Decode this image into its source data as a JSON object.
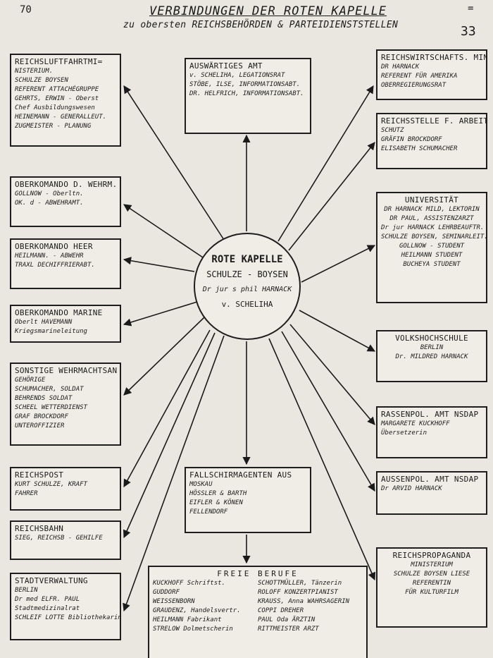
{
  "header": {
    "page_left": "70",
    "page_right_top": "=",
    "page_right": "33",
    "title": "VERBINDUNGEN DER ROTEN KAPELLE",
    "subtitle": "zu obersten REICHSBEHÖRDEN & PARTEIDIENSTSTELLEN"
  },
  "center": {
    "lines": [
      "ROTE KAPELLE",
      "SCHULZE - BOYSEN",
      "Dr jur s phil HARNACK",
      "v. SCHELIHA"
    ]
  },
  "boxes": {
    "rlm": [
      "REICHSLUFTFAHRTMI=",
      "NISTERIUM.",
      "SCHULZE BOYSEN",
      "REFERENT ATTACHÉGRUPPE",
      "GEHRTS, ERWIN - Oberst",
      "Chef Ausbildungswesen",
      "HEINEMANN - GENERALLEUT.",
      "ZUGMEISTER - PLANUNG"
    ],
    "aa": [
      "AUSWÄRTIGES AMT",
      "v. SCHELIHA, LEGATIONSRAT",
      "STÖBE, ILSE, INFORMATIONSABT.",
      "DR. HELFRICH, INFORMATIONSABT."
    ],
    "rwm": [
      "REICHSWIRTSCHAFTS. MIN.",
      "DR HARNACK",
      "REFERENT FÜR AMERIKA",
      "OBERREGIERUNGSRAT"
    ],
    "rfa": [
      "REICHSSTELLE F. ARBEITS-",
      "SCHUTZ",
      "GRÄFIN BROCKDORF",
      "ELISABETH SCHUMACHER"
    ],
    "okw": [
      "OBERKOMANDO D. WEHRM.",
      "GOLLNOW - Oberltn.",
      "OK. d - ABWEHRAMT."
    ],
    "uni": [
      "UNIVERSITÄT",
      "DR HARNACK MILD, LEKTORIN",
      "DR PAUL, ASSISTENZARZT",
      "Dr jur HARNACK LEHRBEAUFTR.",
      "SCHULZE BOYSEN, SEMINARLEIT.",
      "GOLLNOW - STUDENT",
      "HEILMANN STUDENT",
      "BUCHEYA STUDENT"
    ],
    "okh": [
      "OBERKOMANDO HEER",
      "HEILMANN. - ABWEHR",
      "TRAXL DECHIFFRIERABT."
    ],
    "okm": [
      "OBERKOMANDO MARINE",
      "Oberlt HAVEMANN",
      "Kriegsmarineleitung"
    ],
    "vhs": [
      "VOLKSHOCHSCHULE",
      "BERLIN",
      "Dr. MILDRED HARNACK"
    ],
    "swm": [
      "SONSTIGE WEHRMACHTSAN",
      "GEHÖRIGE",
      "SCHUMACHER, SOLDAT",
      "BEHRENDS SOLDAT",
      "SCHEEL WETTERDIENST",
      "GRAF BROCKDORF",
      "UNTEROFFIZIER"
    ],
    "rpa": [
      "RASSENPOL. AMT NSDAP",
      "MARGARETE KUCKHOFF",
      "Übersetzerin"
    ],
    "rpost": [
      "REICHSPOST",
      "KURT SCHULZE, KRAFT",
      "FAHRER"
    ],
    "fsa": [
      "FALLSCHIRMAGENTEN AUS",
      "MOSKAU",
      "HÖSSLER & BARTH",
      "EIFLER & KÖNEN",
      "FELLENDORF"
    ],
    "apa": [
      "AUSSENPOL. AMT NSDAP",
      "Dr ARVID HARNACK"
    ],
    "rbahn": [
      "REICHSBAHN",
      "SIEG, REICHSB - GEHILFE"
    ],
    "stv": [
      "STADTVERWALTUNG",
      "BERLIN",
      "Dr med ELFR. PAUL",
      "Stadtmedizinalrat",
      "SCHLEIF LOTTE Bibliothekarin"
    ],
    "rpm": [
      "REICHSPROPAGANDA",
      "MINISTERIUM",
      "SCHULZE BOYSEN LIESE",
      "REFERENTIN",
      "FÜR KULTURFILM"
    ],
    "fb": {
      "title": "FREIE BERUFE",
      "left": [
        "KUCKHOFF Schriftst.",
        "GUDDORF",
        "WEISSENBORN",
        "GRAUDENZ, Handelsvertr.",
        "HEILMANN Fabrikant",
        "STRELOW Dolmetscherin"
      ],
      "right": [
        "SCHOTTMÜLLER, Tänzerin",
        "ROLOFF KONZERTPIANIST",
        "KRAUSS, Anna WAHRSAGERIN",
        "COPPI DREHER",
        "PAUL Oda ÄRZTIN",
        "RITTMEISTER ARZT"
      ]
    }
  }
}
